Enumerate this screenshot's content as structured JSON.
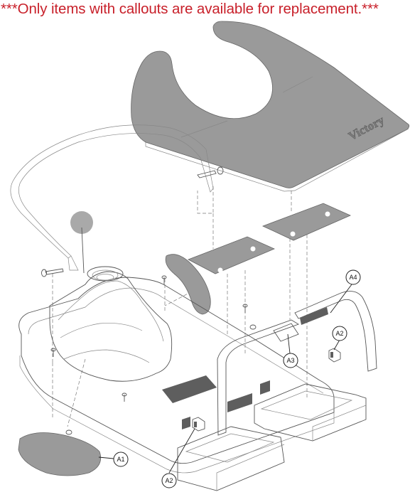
{
  "header": {
    "notice": "***Only items with callouts are available for replacement.***",
    "color": "#c8202a"
  },
  "diagram": {
    "seat_pad_logo": "Victory",
    "callouts": {
      "a1": "A1",
      "a2_left": "A2",
      "a2_right": "A2",
      "a3": "A3",
      "a4": "A4"
    }
  }
}
